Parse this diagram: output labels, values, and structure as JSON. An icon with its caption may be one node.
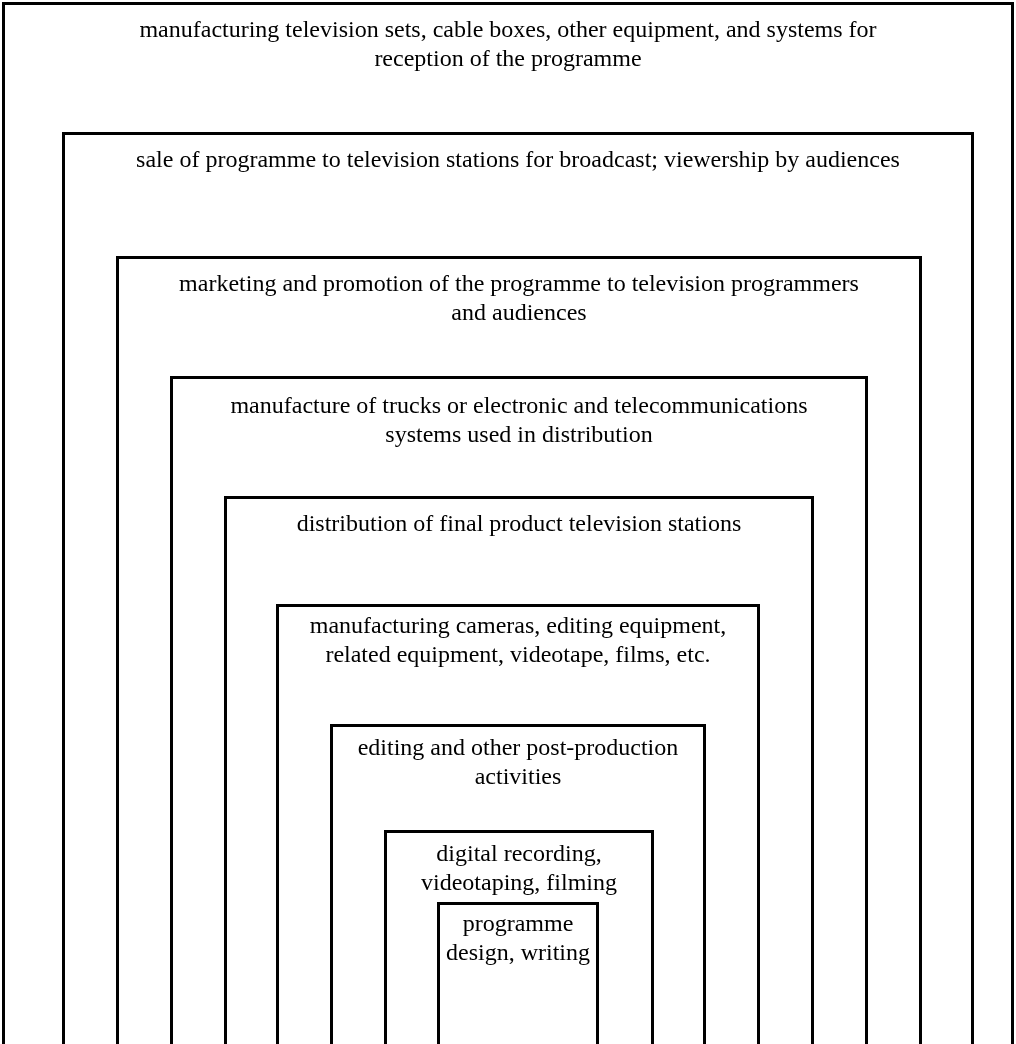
{
  "diagram": {
    "nodes": [
      {
        "text": [
          "manufacturing television sets, cable boxes, other equipment, and systems for reception of the programme"
        ]
      },
      {
        "text": [
          "sale of programme to television stations for broadcast; viewership by audiences"
        ],
        "in": 0
      },
      {
        "text": [
          "marketing and promotion  of the programme to television programmers and audiences"
        ],
        "in": 1
      },
      {
        "text": [
          "manufacture of trucks or electronic and telecommunications systems used in distribution"
        ],
        "in": 2
      },
      {
        "text": [
          "distribution of final product television stations"
        ],
        "in": 3
      },
      {
        "text": [
          "manufacturing cameras, editing equipment, related equipment, videotape, films, etc."
        ],
        "in": 4
      },
      {
        "text": [
          "editing and other post-production activities"
        ],
        "in": 5
      },
      {
        "text": [
          "digital recording, videotaping, filming"
        ],
        "in": 6
      },
      {
        "text": [
          "programme design, writing"
        ],
        "in": 7
      }
    ]
  }
}
